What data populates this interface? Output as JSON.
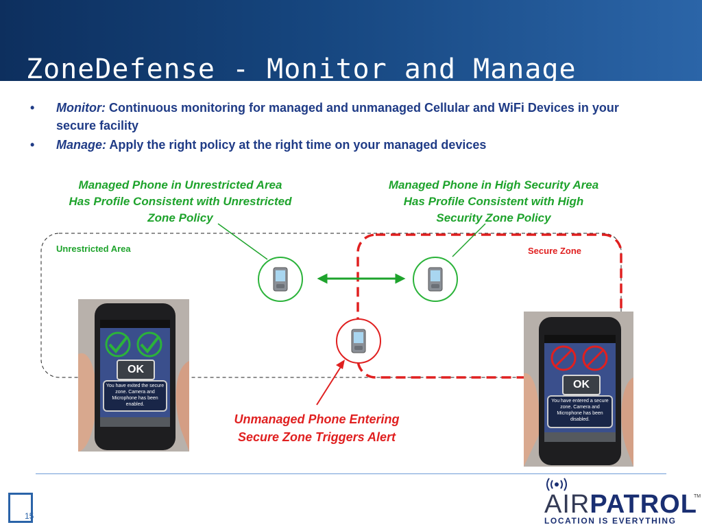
{
  "title": "ZoneDefense - Monitor and Manage",
  "bullets": [
    {
      "term": "Monitor:",
      "text": " Continuous monitoring for managed and unmanaged Cellular and WiFi Devices in your secure facility"
    },
    {
      "term": "Manage:",
      "text": " Apply the right policy at the right time on your managed devices"
    }
  ],
  "callouts": {
    "unrestricted": "Managed Phone in Unrestricted Area Has Profile Consistent with Unrestricted Zone Policy",
    "secure": "Managed Phone in High Security Area Has Profile Consistent with High Security Zone Policy",
    "unmanaged": "Unmanaged Phone Entering Secure Zone Triggers Alert"
  },
  "areas": {
    "unrestricted_label": "Unrestricted Area",
    "secure_label": "Secure Zone"
  },
  "phones": {
    "left": {
      "ok": "OK",
      "status": "You have exited the secure zone. Camera and Microphone has been enabled."
    },
    "right": {
      "ok": "OK",
      "status": "You have entered a secure zone. Camera and Microphone has been disabled."
    }
  },
  "footer": {
    "page_number": "15",
    "logo_air": "AIR",
    "logo_patrol": "PATROL",
    "logo_tagline": "LOCATION IS EVERYTHING",
    "trademark": "TM"
  },
  "colors": {
    "green": "#1ea32c",
    "red": "#e02020",
    "navy": "#1f3b86",
    "header": "#16467f"
  }
}
